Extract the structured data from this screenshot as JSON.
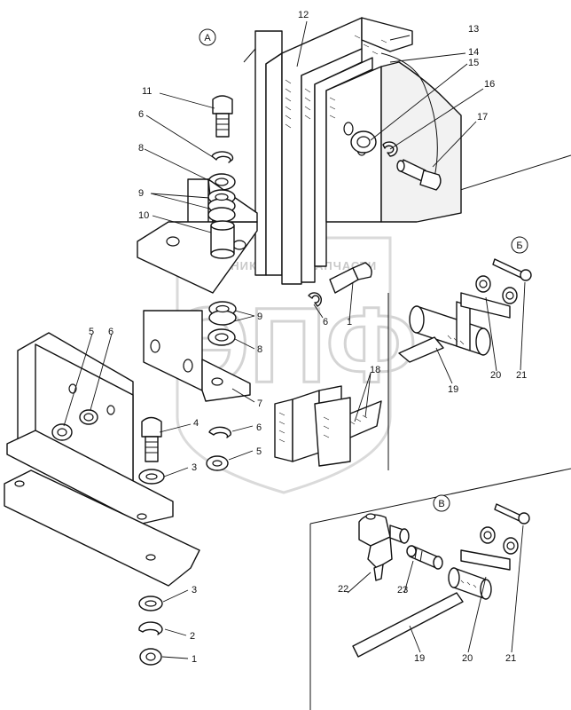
{
  "watermark": {
    "brand_left": "ТЕХНИКА",
    "brand_right": "ЗАПЧАСТИ",
    "monogram": "ЭПФ"
  },
  "views": {
    "a": "А",
    "b": "Б",
    "v": "В"
  },
  "labels": {
    "l1a": "1",
    "l1b": "1",
    "l2": "2",
    "l3a": "3",
    "l3b": "3",
    "l4": "4",
    "l5a": "5",
    "l5b": "5",
    "l6a": "6",
    "l6b": "6",
    "l6c": "6",
    "l6d": "6",
    "l7": "7",
    "l8a": "8",
    "l8b": "8",
    "l9a": "9",
    "l9b": "9",
    "l10": "10",
    "l11": "11",
    "l12": "12",
    "l13": "13",
    "l14": "14",
    "l15": "15",
    "l16": "16",
    "l17": "17",
    "l18": "18",
    "l19a": "19",
    "l19b": "19",
    "l20a": "20",
    "l20b": "20",
    "l21a": "21",
    "l21b": "21",
    "l22": "22",
    "l23": "23"
  }
}
